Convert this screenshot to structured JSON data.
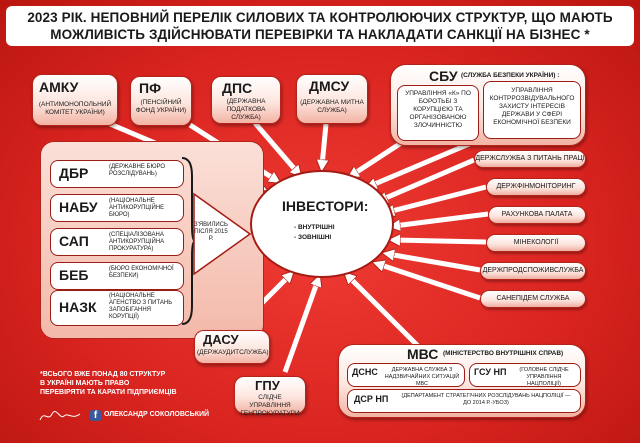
{
  "title": {
    "line1": "2023 РІК. НЕПОВНИЙ ПЕРЕЛІК СИЛОВИХ ТА КОНТРОЛЮЮЧИХ СТРУКТУР, ЩО МАЮТЬ",
    "line2": "МОЖЛИВІСТЬ ЗДІЙСНЮВАТИ ПЕРЕВІРКИ ТА НАКЛАДАТИ САНКЦІЇ НА БІЗНЕС *"
  },
  "center": {
    "title": "ІНВЕСТОРИ:",
    "item1": "- ВНУТРІШНІ",
    "item2": "- ЗОВНІШНІ"
  },
  "top": {
    "amku": {
      "abbr": "АМКУ",
      "desc": "(АНТИМОНОПОЛЬНИЙ КОМІТЕТ УКРАЇНИ)"
    },
    "pf": {
      "abbr": "ПФ",
      "desc": "(ПЕНСІЙНИЙ ФОНД УКРАЇНИ)"
    },
    "dps": {
      "abbr": "ДПС",
      "desc": "(ДЕРЖАВНА ПОДАТКОВА СЛУЖБА)"
    },
    "dmsu": {
      "abbr": "ДМСУ",
      "desc": "(ДЕРЖАВНА МИТНА СЛУЖБА)"
    }
  },
  "sbu": {
    "abbr": "СБУ",
    "full": "(СЛУЖБА БЕЗПЕКИ УКРАЇНИ) :",
    "sub1": "УПРАВЛІННЯ «К» ПО БОРОТЬБІ З КОРУПЦІЄЮ ТА ОРГАНІЗОВАНОЮ ЗЛОЧИННІСТЮ",
    "sub2": "УПРАВЛІННЯ КОНТРРОЗВІДУВАЛЬНОГО ЗАХИСТУ ІНТЕРЕСІВ ДЕРЖАВИ У СФЕРІ ЕКОНОМІЧНОЇ БЕЗПЕКИ"
  },
  "right_list": [
    "ДЕРЖСЛУЖБА З ПИТАНЬ ПРАЦІ",
    "ДЕРЖФІНМОНІТОРИНГ",
    "РАХУНКОВА ПАЛАТА",
    "МІНЕКОЛОГІЇ",
    "ДЕРЖПРОДСПОЖИВСЛУЖБА",
    "САНЕПІДЕМ СЛУЖБА"
  ],
  "left_group": {
    "badge": "З'ЯВИЛИСЬ ПІСЛЯ 2015 Р.",
    "rows": [
      {
        "abbr": "ДБР",
        "desc": "(ДЕРЖАВНЕ БЮРО РОЗСЛІДУВАНЬ)"
      },
      {
        "abbr": "НАБУ",
        "desc": "(НАЦІОНАЛЬНЕ АНТИКОРУПЦІЙНЕ БЮРО)"
      },
      {
        "abbr": "САП",
        "desc": "(СПЕЦІАЛІЗОВАНА АНТИКОРУПЦІЙНА ПРОКУРАТУРА)"
      },
      {
        "abbr": "БЕБ",
        "desc": "(БЮРО ЕКОНОМІЧНОЇ БЕЗПЕКИ)"
      },
      {
        "abbr": "НАЗК",
        "desc": "(НАЦІОНАЛЬНЕ АГЕНСТВО З ПИТАНЬ ЗАПОБІГАННЯ КОРУПЦІЇ)"
      }
    ]
  },
  "dasu": {
    "abbr": "ДАСУ",
    "desc": "(ДЕРЖАУДИТСЛУЖБА)"
  },
  "gpu": {
    "abbr": "ГПУ",
    "desc": "СЛІДЧЕ УПРАВЛІННЯ ГЕНПРОКУРАТУРИ"
  },
  "mvs": {
    "abbr": "МВС",
    "full": "(МІНІСТЕРСТВО ВНУТРІШНІХ СПРАВ)",
    "dsns_abbr": "ДСНС",
    "dsns_desc": "ДЕРЖАВНА СЛУЖБА З НАДЗВИЧАЙНИХ СИТУАЦІЙ МВС",
    "gsu_abbr": "ГСУ НП",
    "gsu_desc": "(ГОЛОВНЕ СЛІДЧЕ УПРАВЛІННЯ НАЦПОЛІЦІЇ)",
    "dsr_abbr": "ДСР НП",
    "dsr_desc": "(ДЕПАРТАМЕНТ СТРАТЕГІЧНИХ РОЗСЛІДУВАНЬ НАЦПОЛІЦІЇ — ДО 2014 Р.-УБОЗ)"
  },
  "footnote": {
    "line1": "*ВСЬОГО ВЖЕ ПОНАД 80 СТРУКТУР",
    "line2": "В УКРАЇНІ МАЮТЬ ПРАВО",
    "line3": "ПЕРЕВІРЯТИ ТА КАРАТИ ПІДПРИЄМЦІВ"
  },
  "author": "ОЛЕКСАНДР СОКОЛОВСЬКИЙ",
  "colors": {
    "background": "#e02a26",
    "outline": "#a51c14",
    "facebook": "#3b5998"
  }
}
